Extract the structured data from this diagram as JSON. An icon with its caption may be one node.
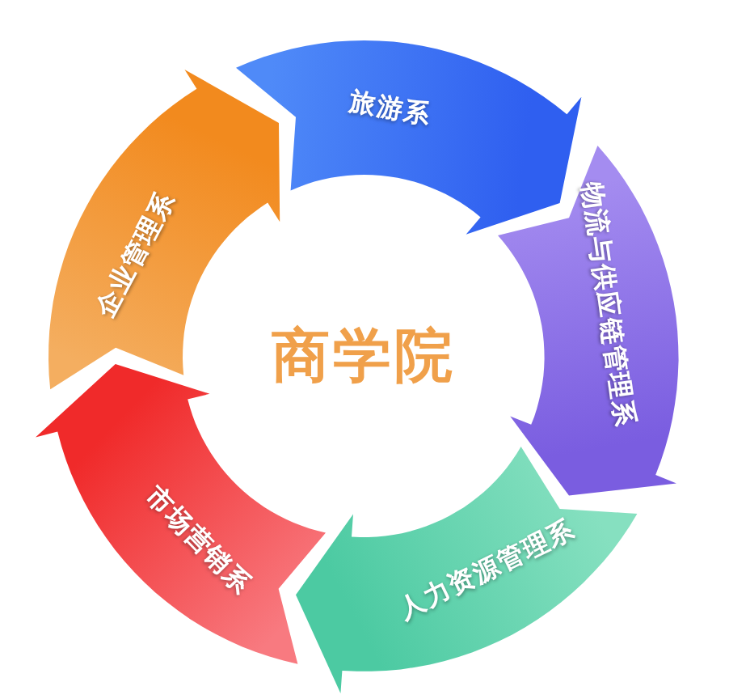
{
  "diagram": {
    "nodes": [
      {
        "text": [
          "商学院"
        ]
      },
      {
        "text": [
          "旅游系"
        ]
      },
      {
        "text": [
          "物流与供应链管理系"
        ]
      },
      {
        "text": [
          "人力资源管理系"
        ]
      },
      {
        "text": [
          "市场营销系"
        ]
      },
      {
        "text": [
          "企业管理系"
        ]
      }
    ]
  }
}
